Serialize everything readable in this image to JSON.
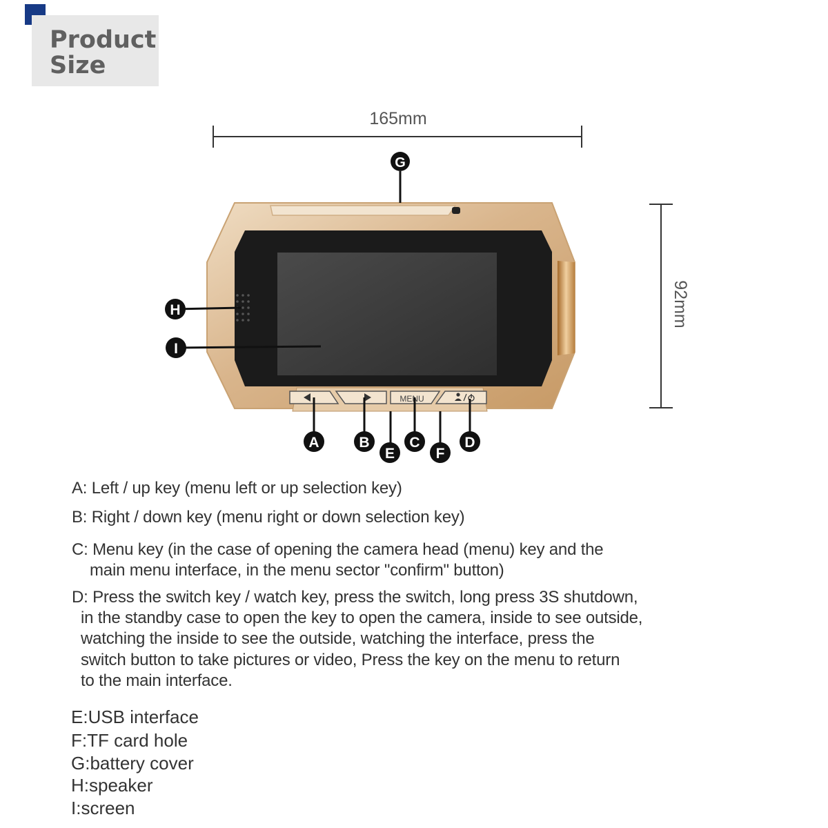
{
  "header": {
    "title": "Product\nSize",
    "accent_color": "#173a86",
    "box_color": "#e8e8e8"
  },
  "device": {
    "width_label": "165mm",
    "height_label": "92mm",
    "menu_key_label": "MENU",
    "body_color": "#d9b58c",
    "screen_color": "#3a3a3a",
    "bezel_color": "#1b1b1b",
    "callouts": {
      "a": "A",
      "b": "B",
      "c": "C",
      "d": "D",
      "e": "E",
      "f": "F",
      "g": "G",
      "h": "H",
      "i": "I"
    }
  },
  "descriptions": {
    "a": "A: Left / up key (menu left or up selection key)",
    "b": "B: Right / down key (menu right or down selection key)",
    "c": [
      "C: Menu key (in the case of opening the camera head (menu) key and the",
      "main menu interface, in the menu sector \"confirm\" button)"
    ],
    "d": [
      "D: Press the switch key / watch key, press the switch, long press 3S shutdown,",
      "in the standby case to open the key to open the camera, inside to see outside,",
      "watching the inside to see the outside, watching the interface, press the",
      "switch button to take pictures or video, Press the key on the menu to return",
      "to the main interface."
    ],
    "e": "E:USB interface",
    "f": "F:TF card hole",
    "g": "G:battery cover",
    "h": "H:speaker",
    "i": "I:screen"
  }
}
